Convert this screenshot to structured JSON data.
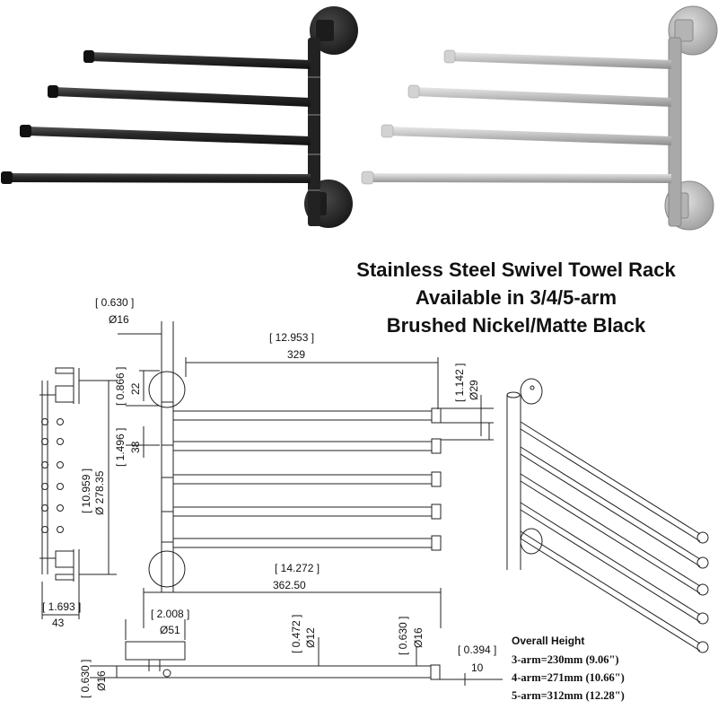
{
  "headline": {
    "line1": "Stainless Steel Swivel Towel Rack",
    "line2": "Available in 3/4/5-arm",
    "line3": "Brushed Nickel/Matte Black"
  },
  "products": [
    {
      "finish": "matte black",
      "arms": 4,
      "color": "#2a2a2a"
    },
    {
      "finish": "brushed nickel",
      "arms": 4,
      "color": "#b9b9b9"
    }
  ],
  "dimensions": {
    "rod_dia_in": "[ 0.630 ]",
    "rod_dia_mm": "Ø16",
    "arm_len_in": "[ 12.953 ]",
    "arm_len_mm": "329",
    "top_off_in": "[ 0.866 ]",
    "top_off_mm": "22",
    "cap_dia_in": "[ 1.142 ]",
    "cap_dia_mm": "Ø29",
    "spacing_in": "[ 1.496 ]",
    "spacing_mm": "38",
    "height_in": "[ 10.959 ]",
    "height_mm": "Ø 278.35",
    "base_in": "[ 1.693 ]",
    "base_mm": "43",
    "span_in": "[ 14.272 ]",
    "span_mm": "362.50",
    "flange_in": "[ 2.008 ]",
    "flange_mm": "Ø51",
    "arm_dia_in": "[ 0.472 ]",
    "arm_dia_mm": "Ø12",
    "end_dia_in": "[ 0.630 ]",
    "end_dia_mm": "Ø16",
    "tip_in": "[ 0.394 ]",
    "tip_mm": "10",
    "left_dia_in": "[ 0.630 ]",
    "left_dia_mm": "Ø16"
  },
  "overall_height": {
    "title": "Overall Height",
    "rows": [
      "3-arm=230mm  (9.06\")",
      "4-arm=271mm (10.66\")",
      "5-arm=312mm (12.28\")"
    ]
  }
}
